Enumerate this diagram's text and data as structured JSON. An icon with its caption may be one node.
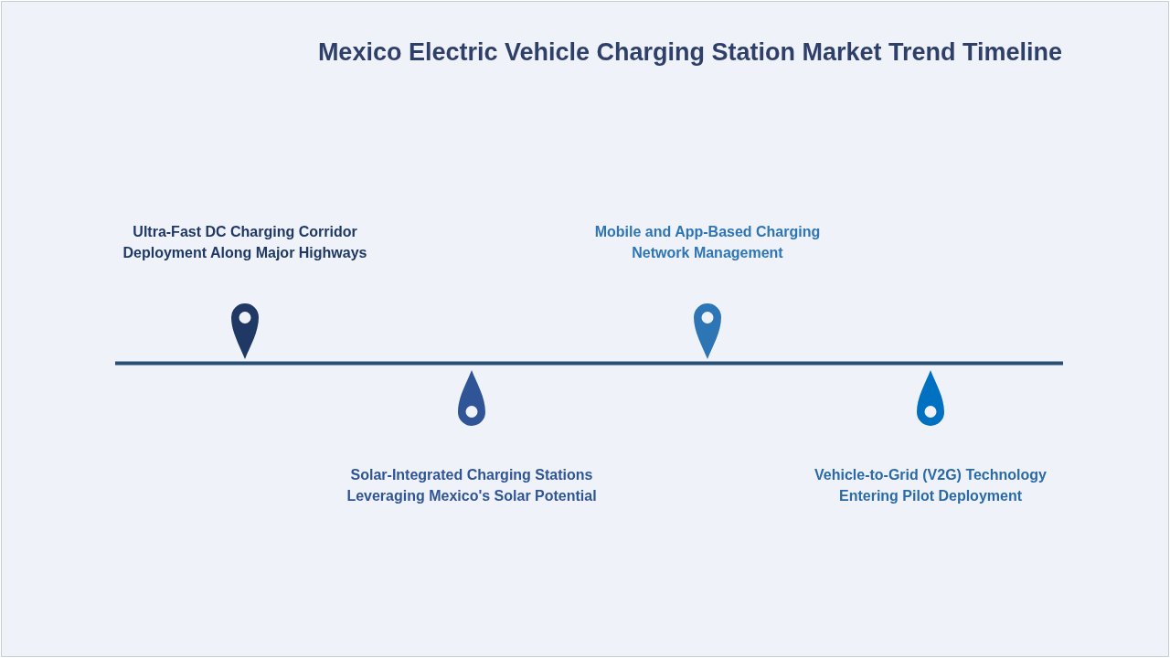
{
  "diagram": {
    "title": "Mexico Electric Vehicle Charging Station Market Trend Timeline",
    "nodes": [
      {
        "text": [],
        "shape": "pin",
        "beside": [
          "Ultra-Fast DC Charging Corridor Deployment Along Major Highways"
        ]
      },
      {
        "text": [],
        "shape": "pin",
        "beside": [
          "Solar-Integrated Charging Stations Leveraging Mexico's Solar Potential"
        ]
      },
      {
        "text": [],
        "shape": "pin",
        "beside": [
          "Mobile and App-Based Charging Network Management"
        ]
      },
      {
        "text": [],
        "shape": "pin",
        "beside": [
          "Vehicle-to-Grid (V2G) Technology Entering Pilot Deployment"
        ]
      }
    ]
  }
}
